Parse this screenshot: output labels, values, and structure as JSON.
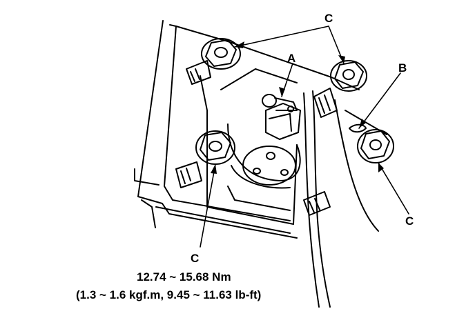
{
  "labels": {
    "a": "A",
    "b": "B",
    "c_top": "C",
    "c_right": "C",
    "c_bottom": "C"
  },
  "torque": {
    "line1": "12.74 ~ 15.68 Nm",
    "line2": "(1.3 ~ 1.6 kgf.m, 9.45 ~ 11.63 lb-ft)"
  },
  "colors": {
    "ink": "#000000",
    "paper": "#ffffff"
  }
}
